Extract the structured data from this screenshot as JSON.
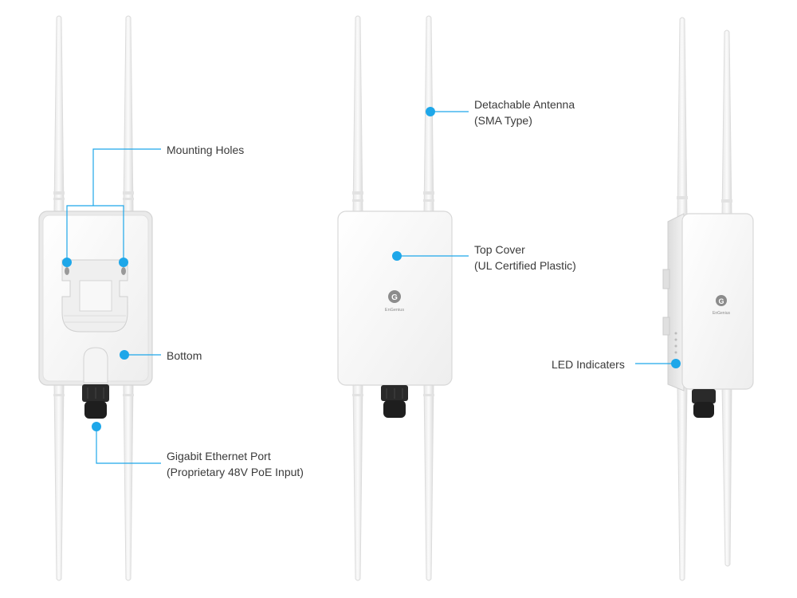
{
  "colors": {
    "accent": "#1ea7e9",
    "callout_text": "#3a3a3a",
    "device_body": "#f7f7f7",
    "device_edge": "#d8d8d8",
    "gland": "#222222"
  },
  "callouts": {
    "mounting_holes": {
      "label": "Mounting Holes"
    },
    "bottom": {
      "label": "Bottom"
    },
    "ethernet_port": {
      "line1": "Gigabit Ethernet Port",
      "line2": "(Proprietary 48V PoE Input)"
    },
    "antenna": {
      "line1": "Detachable Antenna",
      "line2": "(SMA Type)"
    },
    "top_cover": {
      "line1": "Top Cover",
      "line2": "(UL Certified Plastic)"
    },
    "led": {
      "label": "LED Indicaters"
    }
  },
  "brand": {
    "logo_text": "EnGenius",
    "logo_glyph": "G"
  }
}
